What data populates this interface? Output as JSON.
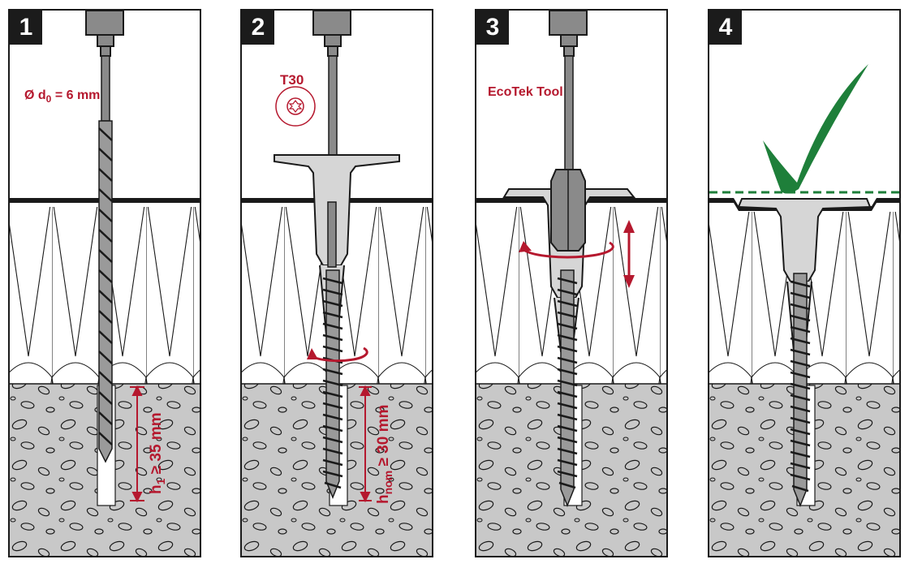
{
  "colors": {
    "accent_red": "#b5182e",
    "check_green": "#1e7f3a",
    "concrete": "#c8c8c8",
    "insulation": "#ffffff",
    "outline": "#1a1a1a",
    "steel": "#8a8a8a",
    "plastic": "#d6d6d6"
  },
  "panels": [
    {
      "number": "1",
      "drill_diameter_label": "Ø d",
      "drill_diameter_sub": "0",
      "drill_diameter_value": "= 6 mm",
      "depth_label": "h",
      "depth_sub": "1",
      "depth_value": "≥ 35 mm",
      "icons": [
        "drill-chuck-icon",
        "drill-bit-icon",
        "depth-arrow-icon"
      ]
    },
    {
      "number": "2",
      "bit_label": "T30",
      "anchor_label": "h",
      "anchor_sub": "nom",
      "anchor_value": "≥ 30 mm",
      "icons": [
        "torx-t30-icon",
        "rotation-arrow-icon",
        "screw-icon",
        "sleeve-icon"
      ]
    },
    {
      "number": "3",
      "tool_label": "EcoTek Tool",
      "icons": [
        "setting-tool-icon",
        "rotation-arrow-icon",
        "vertical-double-arrow-icon"
      ]
    },
    {
      "number": "4",
      "icons": [
        "checkmark-icon",
        "flush-line-icon",
        "installed-fastener-icon"
      ]
    }
  ]
}
